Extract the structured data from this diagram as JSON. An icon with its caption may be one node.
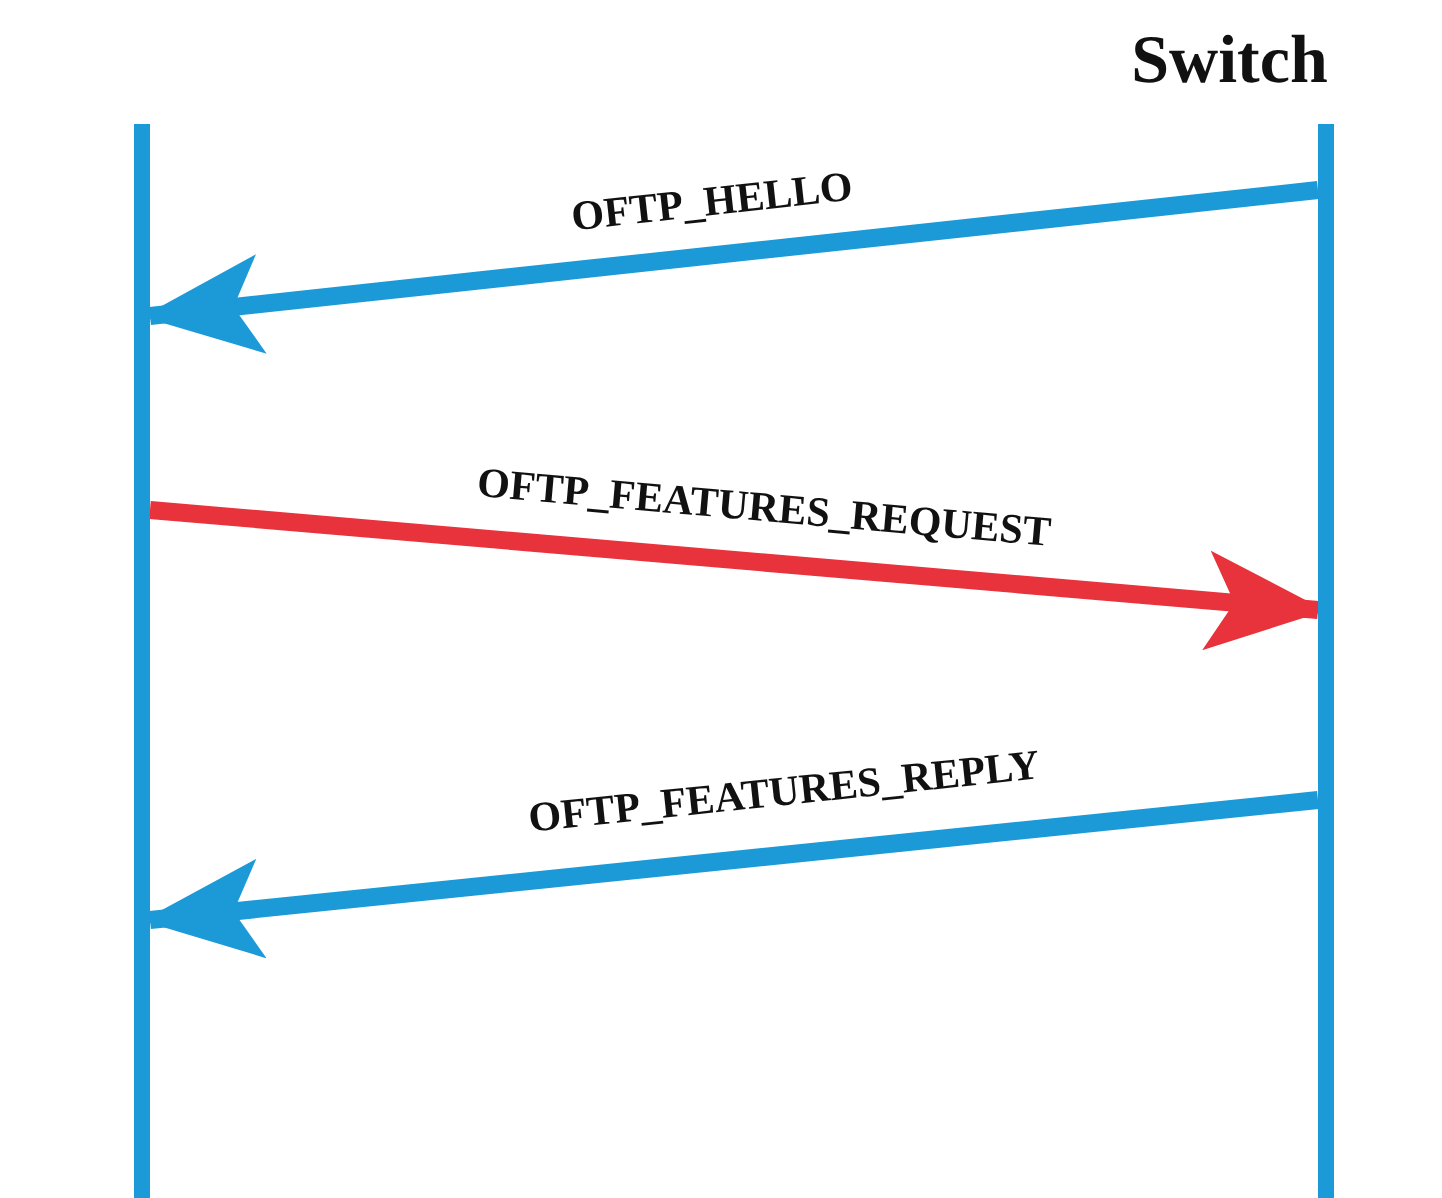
{
  "diagram": {
    "nodes": [
      {
        "text": [],
        "shape": "bar"
      },
      {
        "text": [
          "Switch"
        ]
      }
    ],
    "edges": [
      {
        "from": 1,
        "to": 0,
        "arrow": "to",
        "label": "OFTP_HELLO"
      },
      {
        "from": 0,
        "to": 1,
        "arrow": "to",
        "label": "OFTP_FEATURES_REQUEST",
        "color": "#e8323c"
      },
      {
        "from": 1,
        "to": 0,
        "arrow": "to",
        "label": "OFTP_FEATURES_REPLY"
      }
    ]
  }
}
